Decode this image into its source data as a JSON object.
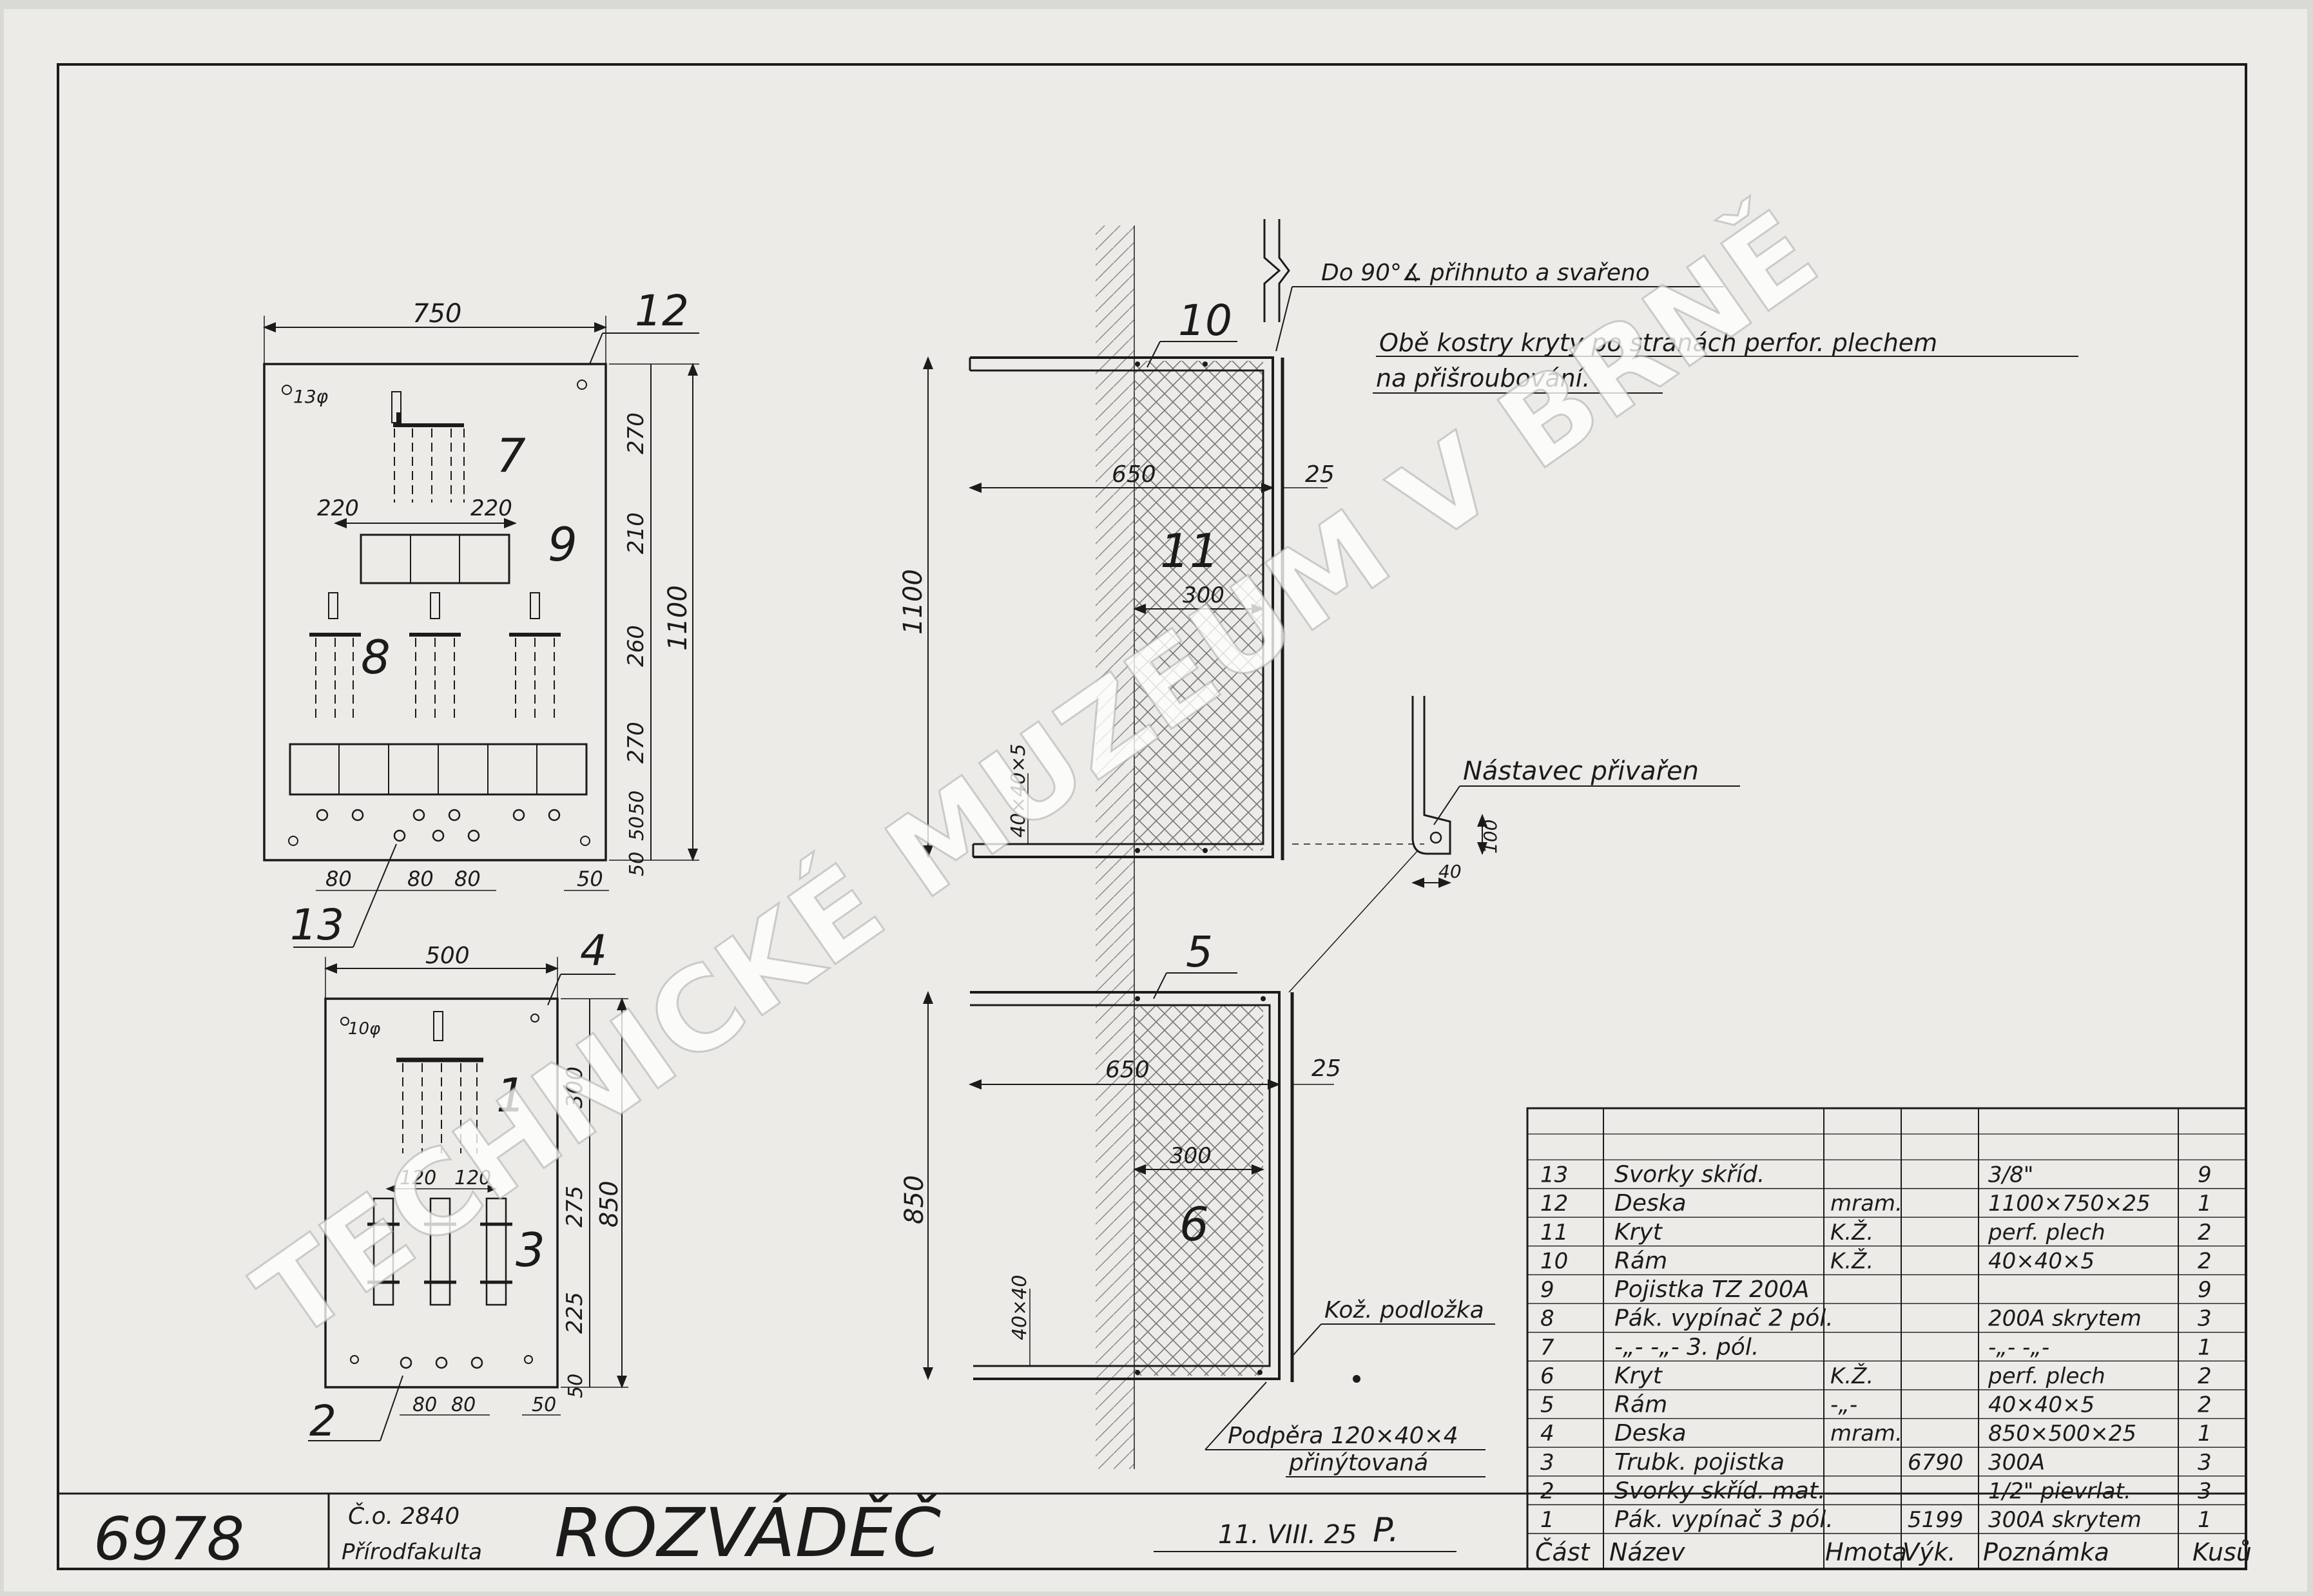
{
  "colors": {
    "paper": "#ecebe7",
    "ink": "#1b1b1b",
    "page": "#d9d9d6"
  },
  "title_block": {
    "drawing_number": "6978",
    "ref_line1": "Č.o. 2840",
    "ref_line2": "Přírodfakulta",
    "title": "ROZVÁDĚČ",
    "date": "11. VIII. 25",
    "signature": "P."
  },
  "notes": {
    "note1": "Do 90°∡ přihnuto a svařeno",
    "note2_line1": "Obě kostry kryty po stranách perfor. plechem",
    "note2_line2": "na přišroubování.",
    "bracket": "Nástavec přivařen",
    "leather": "Kož. podložka",
    "support_line1": "Podpěra 120×40×4",
    "support_line2": "přinýtovaná"
  },
  "big_panel": {
    "width": "750",
    "part": "12",
    "dims_right": [
      "270",
      "210",
      "260",
      "270",
      "50",
      "50",
      "50"
    ],
    "total_height": "1100",
    "hole": "13φ",
    "bottom_dims": [
      "80",
      "80",
      "80",
      "50"
    ],
    "spacing_220": "220",
    "labels": {
      "p7": "7",
      "p9": "9",
      "p8": "8",
      "p13": "13"
    }
  },
  "small_panel": {
    "width": "500",
    "part": "4",
    "dims_right": [
      "300",
      "275",
      "225",
      "50"
    ],
    "total_height": "850",
    "hole": "10φ",
    "spacing_120": "120",
    "bottom_dims": [
      "80",
      "80",
      "50"
    ],
    "labels": {
      "p1": "1",
      "p3": "3",
      "p2": "2"
    }
  },
  "upper_frame": {
    "part_frame": "10",
    "part_cover": "11",
    "height": "1100",
    "depth": "650",
    "flange": "25",
    "inner": "300",
    "angle": "40×40×5",
    "bracket_dim1": "100",
    "bracket_dim2": "40"
  },
  "lower_frame": {
    "part_frame": "5",
    "part_cover": "6",
    "height": "850",
    "depth": "650",
    "flange": "25",
    "inner": "300",
    "angle": "40×40"
  },
  "parts_list": {
    "headers": [
      "Část",
      "Název",
      "Hmota",
      "Výk.",
      "Poznámka",
      "Kusů"
    ],
    "rows": [
      [
        "13",
        "Svorky skříd.",
        "",
        "",
        "3/8\"",
        "9"
      ],
      [
        "12",
        "Deska",
        "mram.",
        "",
        "1100×750×25",
        "1"
      ],
      [
        "11",
        "Kryt",
        "K.Ž.",
        "",
        "perf. plech",
        "2"
      ],
      [
        "10",
        "Rám",
        "K.Ž.",
        "",
        "40×40×5",
        "2"
      ],
      [
        "9",
        "Pojistka TZ 200A",
        "",
        "",
        "",
        "9"
      ],
      [
        "8",
        "Pák. vypínač 2 pól.",
        "",
        "",
        "200A skrytem",
        "3"
      ],
      [
        "7",
        "-„- -„- 3. pól.",
        "",
        "",
        "-„- -„-",
        "1"
      ],
      [
        "6",
        "Kryt",
        "K.Ž.",
        "",
        "perf. plech",
        "2"
      ],
      [
        "5",
        "Rám",
        "-„-",
        "",
        "40×40×5",
        "2"
      ],
      [
        "4",
        "Deska",
        "mram.",
        "",
        "850×500×25",
        "1"
      ],
      [
        "3",
        "Trubk. pojistka",
        "",
        "6790",
        "300A",
        "3"
      ],
      [
        "2",
        "Svorky skříd. mat.",
        "",
        "",
        "1/2\" pievrlat.",
        "3"
      ],
      [
        "1",
        "Pák. vypínač 3 pól.",
        "",
        "5199",
        "300A skrytem",
        "1"
      ]
    ]
  },
  "watermark": "TECHNICKÉ MUZEUM V BRNĚ"
}
